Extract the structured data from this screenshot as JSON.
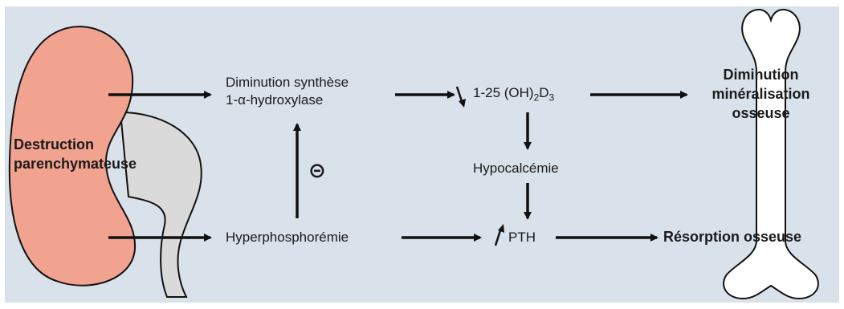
{
  "colors": {
    "background": "#d9e2ea",
    "kidney": "#f2a38f",
    "ureter": "#dadada",
    "bone": "#ffffff",
    "outline": "#111111",
    "text": "#1a1a1a"
  },
  "labels": {
    "destruction_line1": "Destruction",
    "destruction_line2": "parenchymateuse",
    "diminution_synthese": "Diminution synthèse",
    "hydroxylase": "1-α-hydroxylase",
    "vitd_down_icon": "arrow-down-small",
    "vitd_main": "1-25 (OH)",
    "vitd_sub2": "2",
    "vitd_D": "D",
    "vitd_sub3": "3",
    "min_line1": "Diminution",
    "min_line2": "minéralisation",
    "min_line3": "osseuse",
    "hypocalcemie": "Hypocalcémie",
    "inhibition": "⊝",
    "hyperphosphoremie": "Hyperphosphorémie",
    "pth_up_icon": "arrow-up-small",
    "pth": "PTH",
    "resorption": "Résorption osseuse"
  }
}
